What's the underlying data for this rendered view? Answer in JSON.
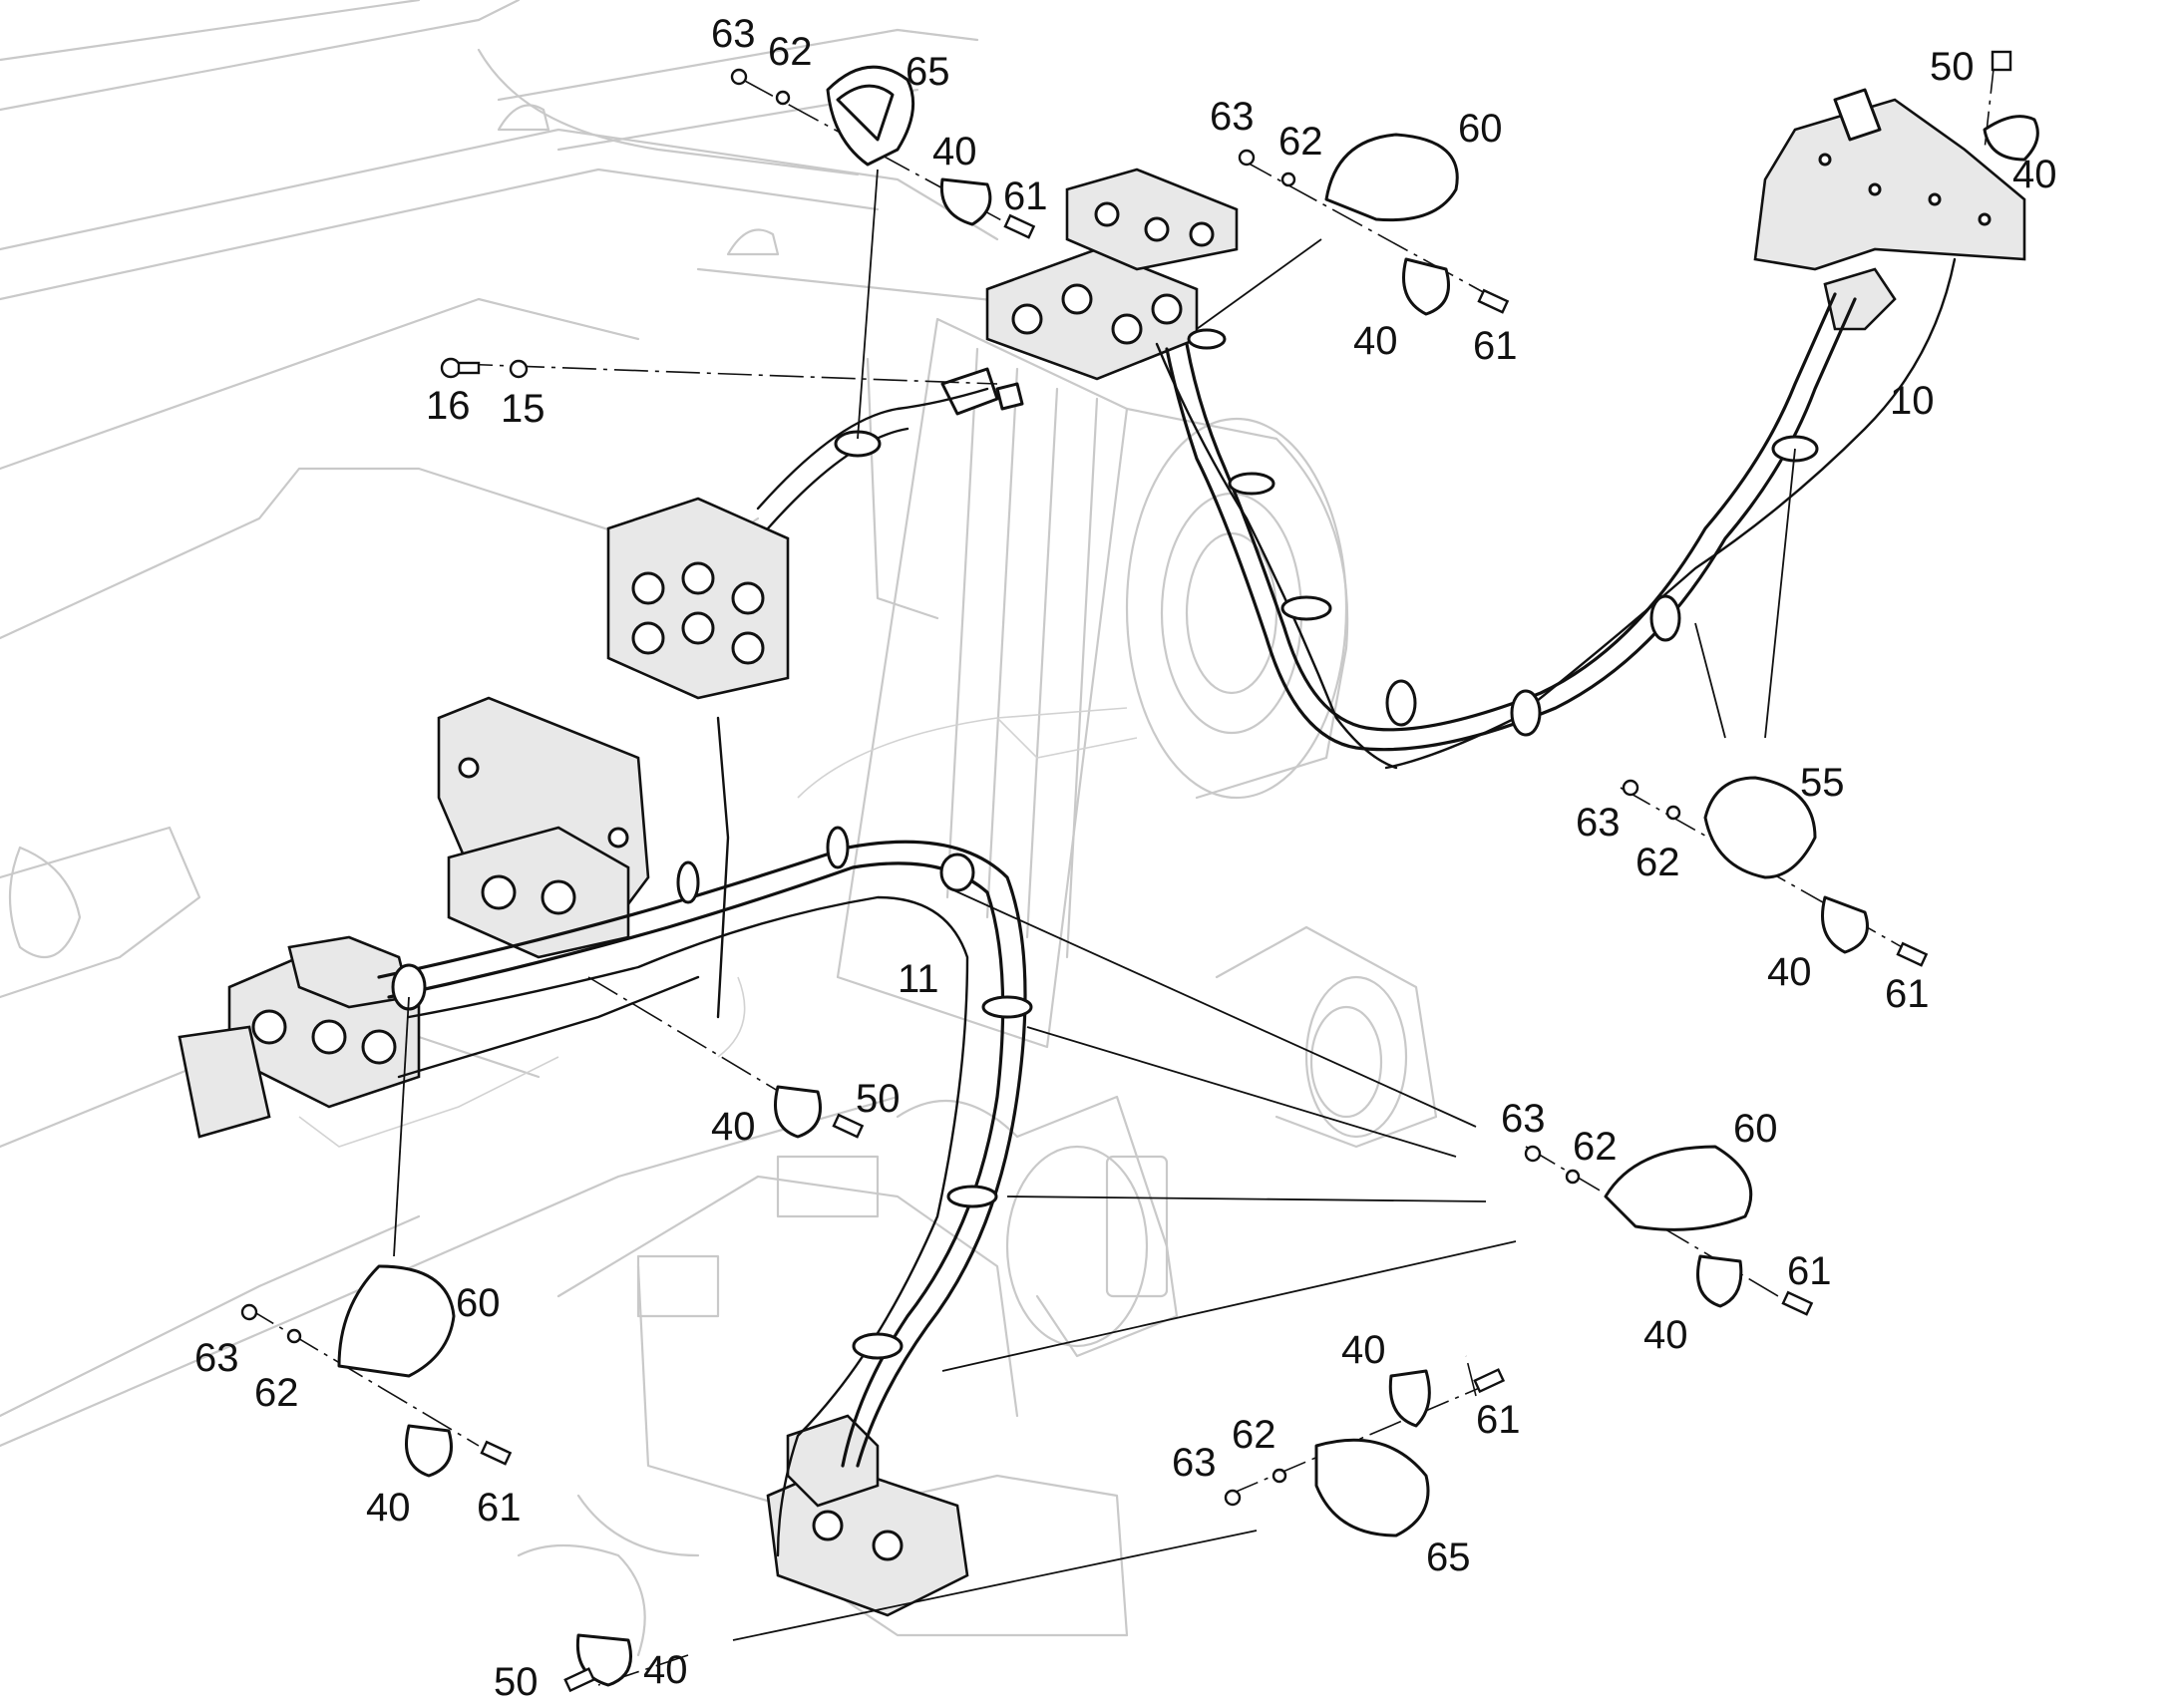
{
  "callouts": {
    "c63_a": "63",
    "c62_a": "62",
    "c65_a": "65",
    "c40_a": "40",
    "c61_a": "61",
    "c63_b": "63",
    "c62_b": "62",
    "c60_b": "60",
    "c40_b": "40",
    "c61_b": "61",
    "c50_c": "50",
    "c40_c": "40",
    "c16": "16",
    "c15": "15",
    "c10": "10",
    "c11": "11",
    "c63_d": "63",
    "c62_d": "62",
    "c55_d": "55",
    "c40_d": "40",
    "c61_d": "61",
    "c40_e": "40",
    "c50_e": "50",
    "c63_f": "63",
    "c62_f": "62",
    "c60_f": "60",
    "c61_f": "61",
    "c40_f": "40",
    "c63_g": "63",
    "c62_g": "62",
    "c60_g": "60",
    "c40_g": "40",
    "c61_g": "61",
    "c40_h": "40",
    "c61_h": "61",
    "c63_h": "63",
    "c62_h": "62",
    "c65_h": "65",
    "c50_i": "50",
    "c40_i": "40"
  }
}
